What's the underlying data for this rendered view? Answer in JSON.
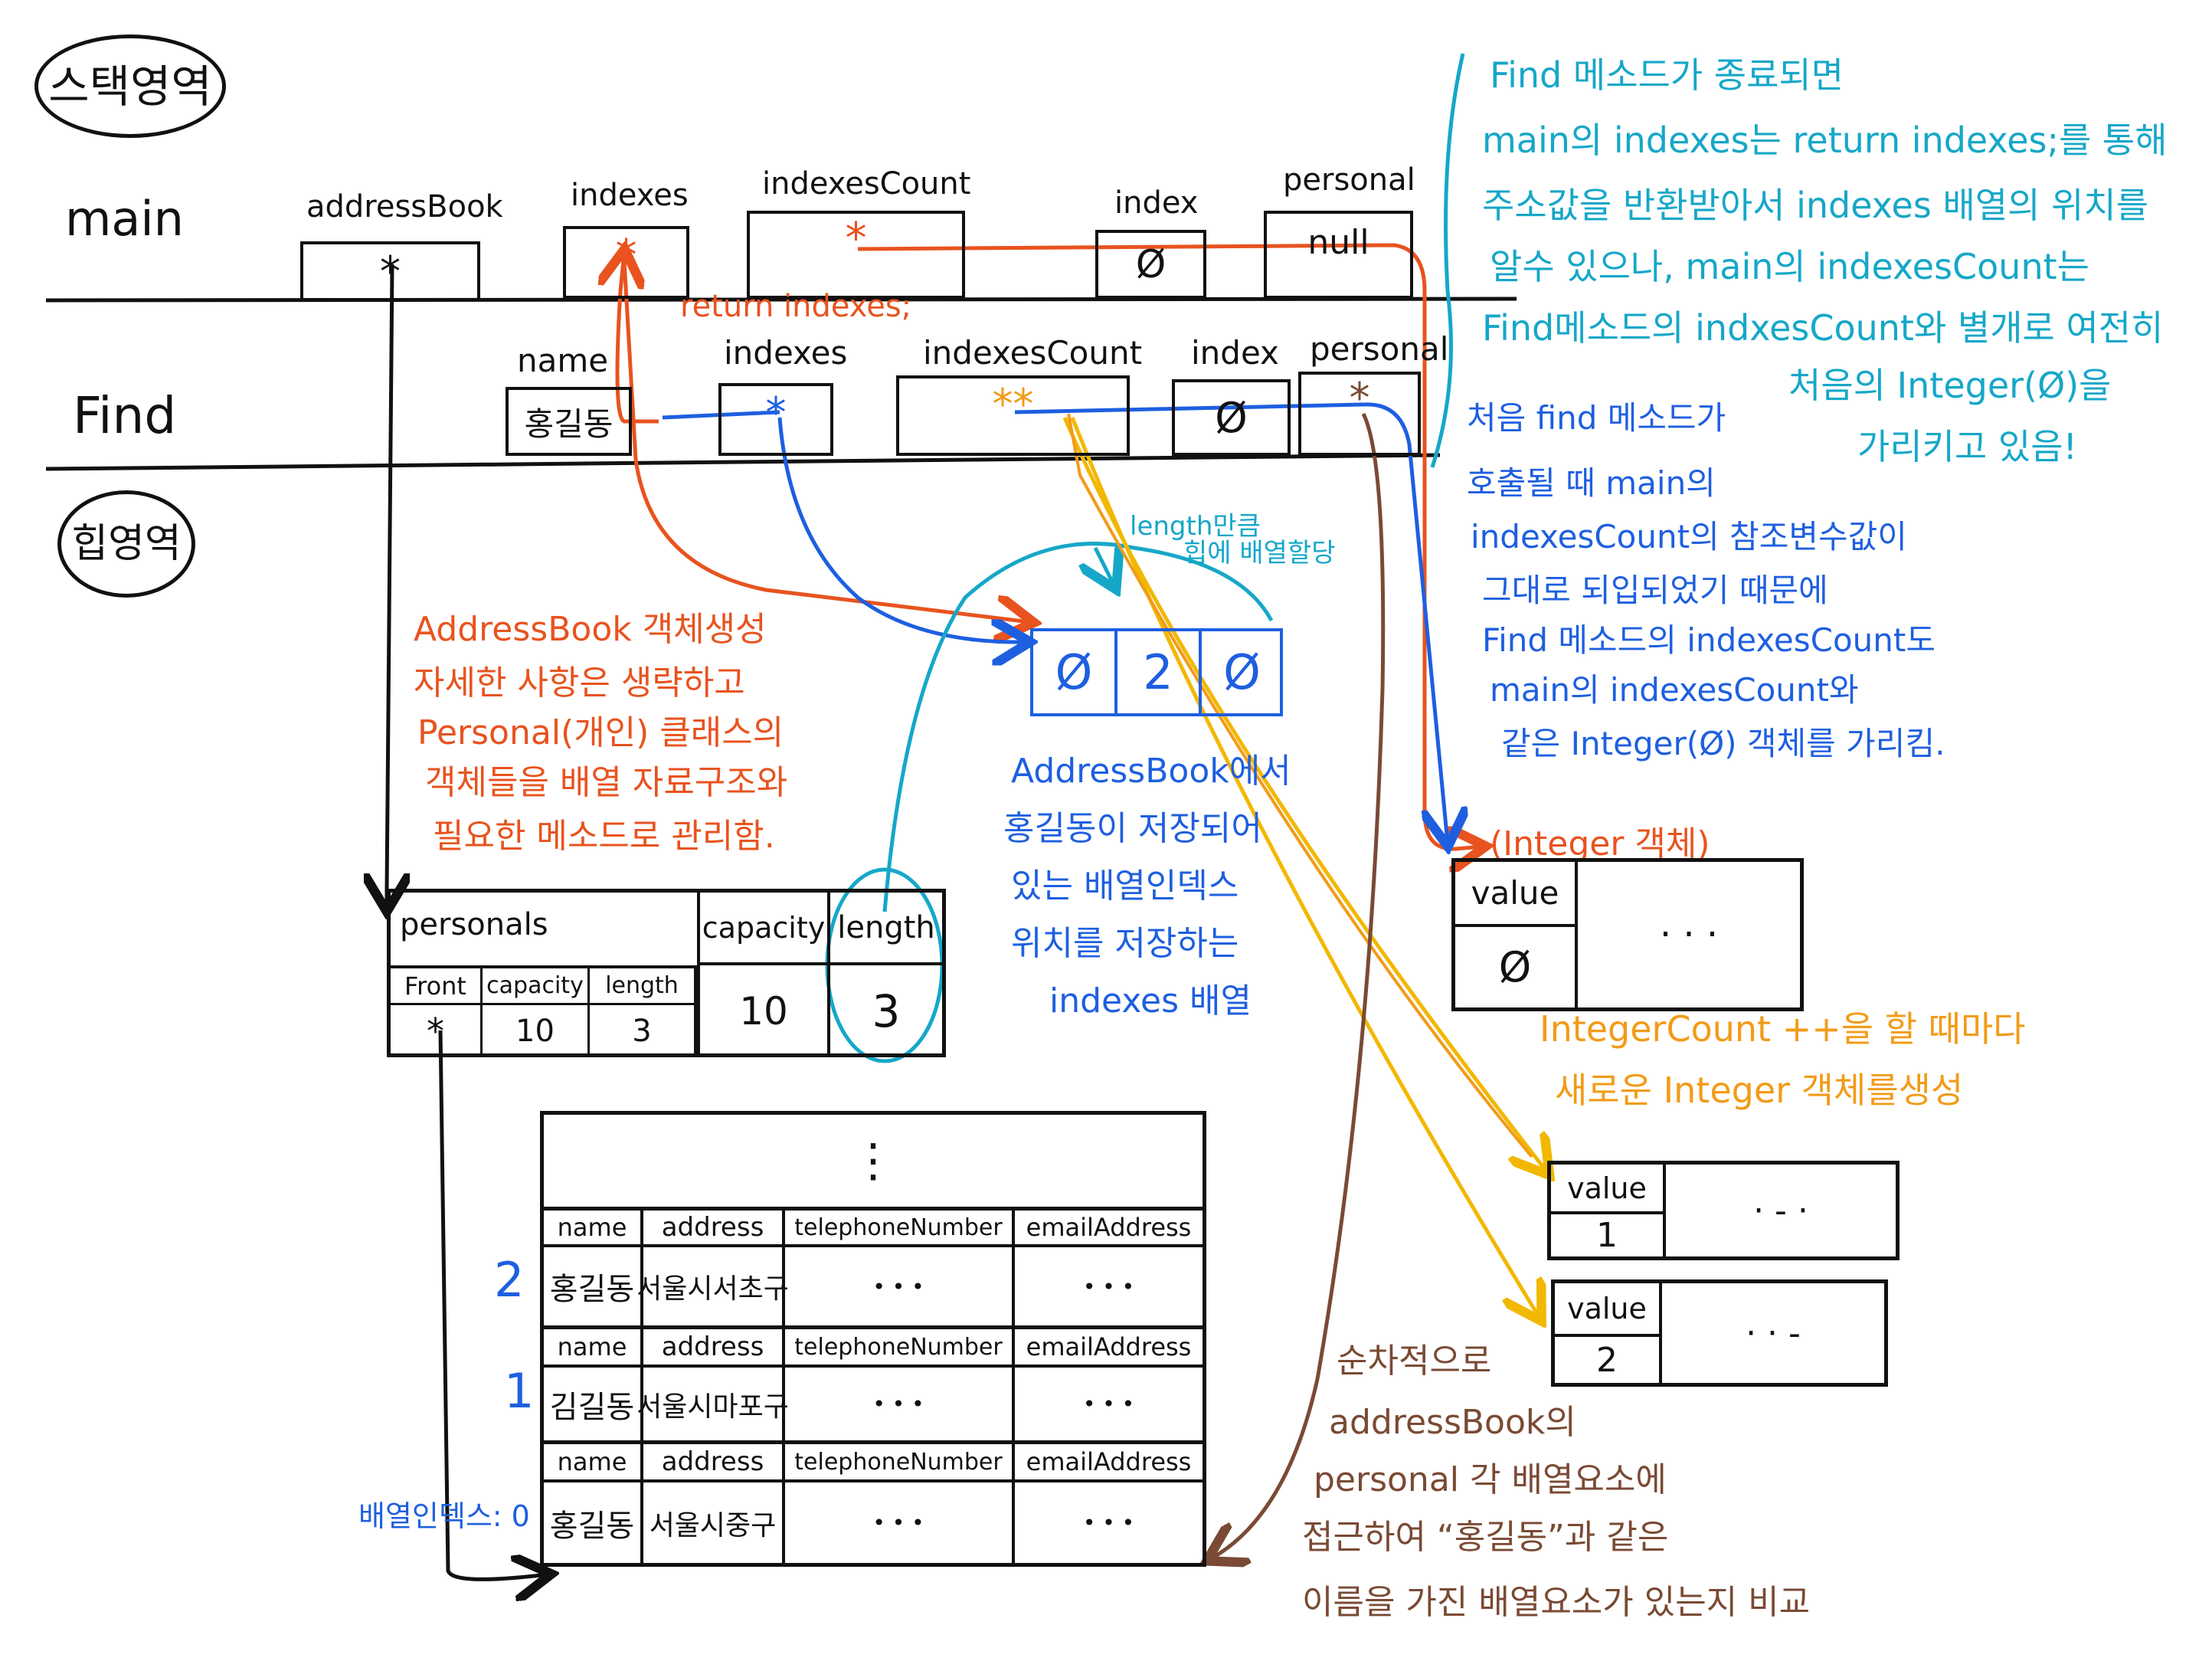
{
  "regions": {
    "stack": "스택영역",
    "heap": "힙영역"
  },
  "frames": {
    "main": {
      "label": "main",
      "vars": [
        {
          "name": "addressBook",
          "value": "*"
        },
        {
          "name": "indexes",
          "value": "*"
        },
        {
          "name": "indexesCount",
          "value": "*"
        },
        {
          "name": "index",
          "value": "Ø"
        },
        {
          "name": "personal",
          "value": "null"
        }
      ]
    },
    "find": {
      "label": "Find",
      "vars": [
        {
          "name": "name",
          "value": "홍길동"
        },
        {
          "name": "indexes",
          "value": "*"
        },
        {
          "name": "indexesCount",
          "value": "**"
        },
        {
          "name": "index",
          "value": "Ø"
        },
        {
          "name": "personal",
          "value": "*"
        }
      ]
    }
  },
  "annotations": {
    "return_label": "return indexes;",
    "teal_top": [
      "Find 메소드가 종료되면",
      "main의 indexes는 return indexes;를 통해",
      "주소값을 반환받아서 indexes 배열의 위치를",
      "알수 있으나, main의 indexesCount는",
      "Find메소드의 indxesCount와 별개로 여전히"
    ],
    "teal_right": [
      "처음의 Integer(Ø)을",
      "가리키고 있음!"
    ],
    "teal_mid": [
      "처음 find 메소드가",
      "호출될 때 main의",
      "indexesCount의 참조변수값이",
      "그대로 되입되었기 때문에",
      "Find 메소드의 indexesCount도",
      "main의 indexesCount와",
      "같은 Integer(Ø) 객체를 가리킴."
    ],
    "length_alloc": [
      "length만큼",
      "힙에 배열할당"
    ],
    "addressbook_note": [
      "AddressBook 객체생성",
      "자세한 사항은 생략하고",
      "Personal(개인) 클래스의",
      "객체들을 배열 자료구조와",
      "필요한 메소드로 관리함."
    ],
    "indexes_note": [
      "AddressBook에서",
      "홍길동이 저장되어",
      "있는 배열인덱스",
      "위치를 저장하는",
      "indexes 배열"
    ],
    "integer_obj": "(Integer 객체)",
    "integer_count_note": [
      "IntegerCount ++을 할 때마다",
      "새로운 Integer 객체를생성"
    ],
    "sequential_note": [
      "순차적으로",
      "addressBook의",
      "personal 각 배열요소에",
      "접근하여 “홍길동”과 같은",
      "이름을 가진 배열요소가 있는지 비교"
    ],
    "array_index_label": "배열인덱스: 0"
  },
  "indexes_array": [
    "Ø",
    "2",
    "Ø"
  ],
  "addressbook_object": {
    "personals_label": "personals",
    "inner_headers": [
      "Front",
      "capacity",
      "length"
    ],
    "inner_values": [
      "*",
      "10",
      "3"
    ],
    "capacity_label": "capacity",
    "capacity_value": "10",
    "length_label": "length",
    "length_value": "3"
  },
  "personal_array": {
    "ellipsis": "⋮",
    "columns": [
      "name",
      "address",
      "telephoneNumber",
      "emailAddress"
    ],
    "rows": [
      {
        "index": "2",
        "name": "홍길동",
        "address": "서울시서초구",
        "phone": "• • •",
        "email": "• • •"
      },
      {
        "index": "1",
        "name": "김길동",
        "address": "서울시마포구",
        "phone": "• • •",
        "email": "• • •"
      },
      {
        "index": "0",
        "name": "홍길동",
        "address": "서울시중구",
        "phone": "• • •",
        "email": "• • •"
      }
    ]
  },
  "integer_objects": [
    {
      "label": "value",
      "value": "Ø",
      "rest": "· · ·"
    },
    {
      "label": "value",
      "value": "1",
      "rest": "· - ·"
    },
    {
      "label": "value",
      "value": "2",
      "rest": "· · -"
    }
  ],
  "colors": {
    "red": "#e8531f",
    "blue": "#1e5fe0",
    "teal": "#16a7c8",
    "orange": "#f29b18",
    "yellow": "#f2b800",
    "brown": "#7a4a34",
    "black": "#111111"
  }
}
